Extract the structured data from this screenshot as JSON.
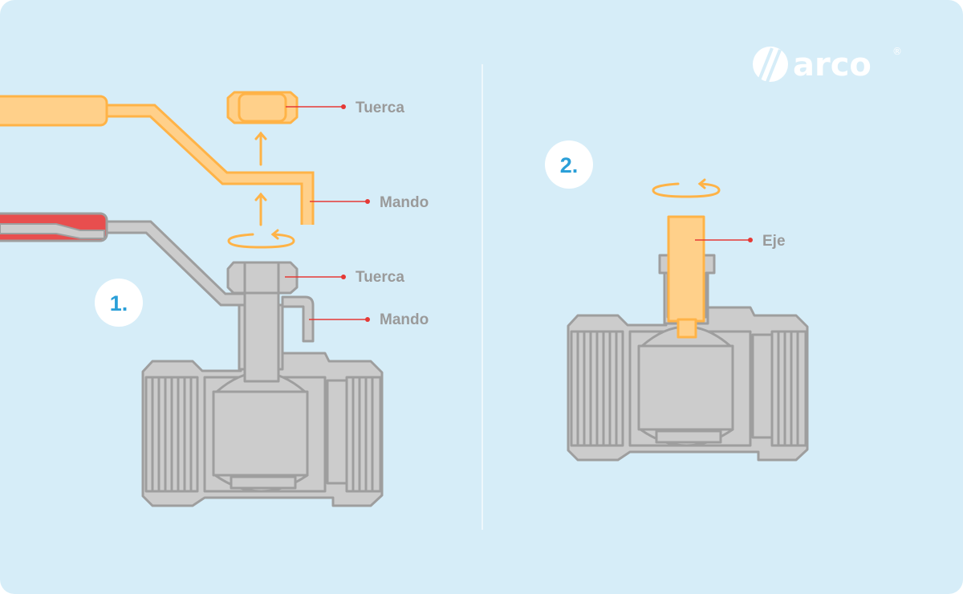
{
  "brand": {
    "name": "arco",
    "registered_mark": "®"
  },
  "steps": [
    {
      "number": "1.",
      "labels": {
        "nut_exploded": "Tuerca",
        "handle_exploded": "Mando",
        "nut_assembled": "Tuerca",
        "handle_assembled": "Mando"
      }
    },
    {
      "number": "2.",
      "labels": {
        "stem": "Eje"
      }
    }
  ],
  "colors": {
    "background": "#d6edf8",
    "metal": "#cccccc",
    "outline": "#9e9e9e",
    "highlight": "#ffb347",
    "label_pointer": "#e53935",
    "badge_text": "#2a9fd8",
    "grip": "#e84e4e"
  }
}
